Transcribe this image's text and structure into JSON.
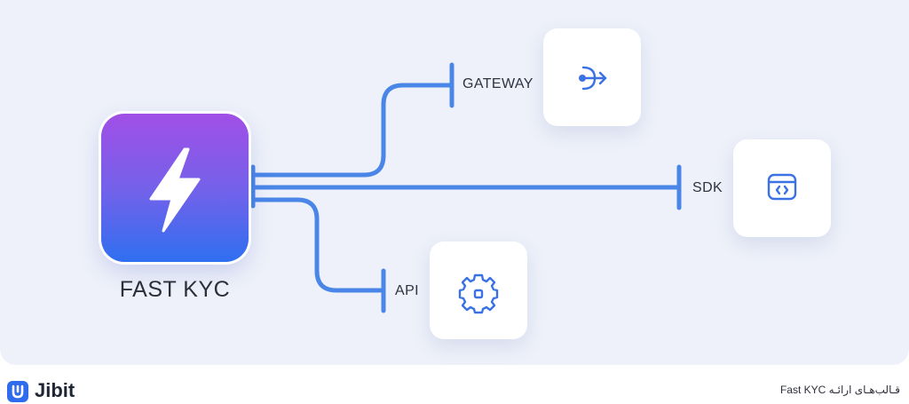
{
  "diagram": {
    "hub": {
      "label": "FAST KYC",
      "icon": "lightning-bolt-icon"
    },
    "branches": [
      {
        "id": "gateway",
        "label": "GATEWAY",
        "icon": "branch-arrow-icon"
      },
      {
        "id": "sdk",
        "label": "SDK",
        "icon": "code-window-icon"
      },
      {
        "id": "api",
        "label": "API",
        "icon": "gear-icon"
      }
    ],
    "colors": {
      "connector": "#4a86e8",
      "hub_gradient_top": "#a14fe6",
      "hub_gradient_bottom": "#2f6ff0",
      "icon": "#3a72e6"
    }
  },
  "footer": {
    "brand": "Jibit",
    "brand_icon": "jibit-logo-icon",
    "caption": "قـالب‌هـای ارائـه Fast KYC"
  }
}
